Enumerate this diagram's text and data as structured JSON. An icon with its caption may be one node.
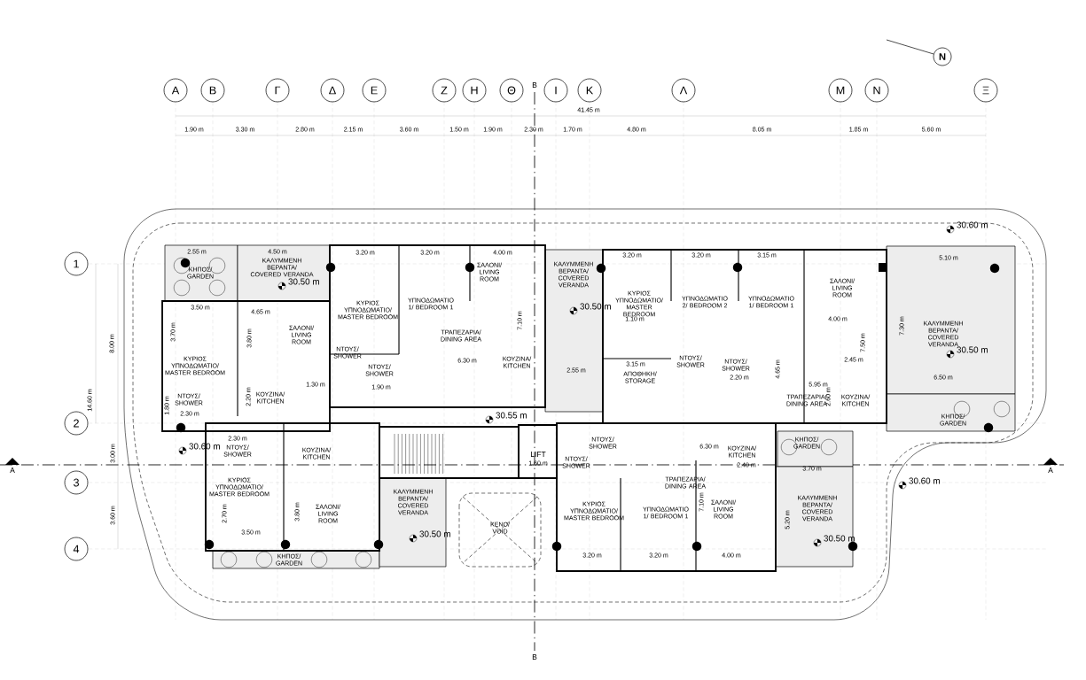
{
  "diagram": {
    "nodes": [
      {
        "text": [
          "Α"
        ]
      },
      {
        "text": [
          "Β"
        ]
      },
      {
        "text": [
          "Γ"
        ]
      },
      {
        "text": [
          "Δ"
        ]
      },
      {
        "text": [
          "Ε"
        ]
      },
      {
        "text": [
          "Ζ"
        ]
      },
      {
        "text": [
          "Η"
        ]
      },
      {
        "text": [
          "Θ"
        ]
      },
      {
        "text": [
          "Ι"
        ]
      },
      {
        "text": [
          "Κ"
        ]
      },
      {
        "text": [
          "Λ"
        ]
      },
      {
        "text": [
          "Μ"
        ]
      },
      {
        "text": [
          "Ν"
        ]
      },
      {
        "text": [
          "Ξ"
        ]
      },
      {
        "text": [
          "1"
        ]
      },
      {
        "text": [
          "2"
        ]
      },
      {
        "text": [
          "3"
        ]
      },
      {
        "text": [
          "4"
        ]
      },
      {
        "text": [
          "N"
        ]
      }
    ],
    "edges": [
      {
        "from": null,
        "to": 18,
        "arrow": "none"
      }
    ],
    "labels": [
      "41.45 m",
      "1.90 m",
      "3.30 m",
      "2.80 m",
      "2.15 m",
      "3.60 m",
      "1.50 m",
      "1.90 m",
      "2.30 m",
      "1.70 m",
      "4.80 m",
      "8.05 m",
      "1.85 m",
      "5.60 m",
      "8.00 m",
      "14.60 m",
      "3.00 m",
      "3.60 m",
      "B",
      "B",
      "A",
      "A",
      "2.55 m",
      "4.50 m",
      "ΚΗΠΟΣ/ GARDEN",
      "ΚΑΛΥΜΜΕΝΗ ΒΕΡΑΝΤΑ/ COVERED VERANDA",
      "30.50 m",
      "3.50 m",
      "4.65 m",
      "3.70 m",
      "3.80 m",
      "ΣΑΛΟΝΙ/ LIVING ROOM",
      "ΚΥΡΙΟΣ ΥΠΝΟΔΩΜΑΤΙΟ/ MASTER BEDROOM",
      "1.30 m",
      "1.80 m",
      "ΝΤΟΥΣ/ SHOWER",
      "2.20 m",
      "ΚΟΥΖΙΝΑ/ KITCHEN",
      "2.30 m",
      "3.20 m",
      "3.20 m",
      "4.00 m",
      "ΣΑΛΟΝΙ/ LIVING ROOM",
      "ΚΥΡΙΟΣ ΥΠΝΟΔΩΜΑΤΙΟ/ MASTER BEDROOM",
      "ΥΠΝΟΔΩΜΑΤΙΟ 1/ BEDROOM 1",
      "7.10 m",
      "ΤΡΑΠΕΖΑΡΙΑ/ DINING AREA",
      "6.30 m",
      "ΚΟΥΖΙΝΑ/ KITCHEN",
      "ΝΤΟΥΣ/ SHOWER",
      "ΝΤΟΥΣ/ SHOWER",
      "1.90 m",
      "30.55 m",
      "ΚΑΛΥΜΜΕΝΗ ΒΕΡΑΝΤΑ/ COVERED VERANDA",
      "30.50 m",
      "2.55 m",
      "3.20 m",
      "3.20 m",
      "3.15 m",
      "ΚΥΡΙΟΣ ΥΠΝΟΔΩΜΑΤΙΟ/ MASTER BEDROOM",
      "1.10 m",
      "ΥΠΝΟΔΩΜΑΤΙΟ 2/ BEDROOM 2",
      "ΥΠΝΟΔΩΜΑΤΙΟ 1/ BEDROOM 1",
      "ΣΑΛΟΝΙ/ LIVING ROOM",
      "4.00 m",
      "30.60 m",
      "5.10 m",
      "ΚΑΛΥΜΜΕΝΗ ΒΕΡΑΝΤΑ/ COVERED VERANDA",
      "30.50 m",
      "6.50 m",
      "7.30 m",
      "3.15 m",
      "ΑΠΟΘΗΚΗ/ STORAGE",
      "ΝΤΟΥΣ/ SHOWER",
      "ΝΤΟΥΣ/ SHOWER",
      "2.20 m",
      "4.65 m",
      "5.95 m",
      "7.50 m",
      "2.45 m",
      "ΤΡΑΠΕΖΑΡΙΑ/ DINING AREA",
      "2.60 m",
      "ΚΟΥΖΙΝΑ/ KITCHEN",
      "ΚΗΠΟΣ/ GARDEN",
      "30.60 m",
      "2.30 m",
      "ΝΤΟΥΣ/ SHOWER",
      "ΚΟΥΖΙΝΑ/ KITCHEN",
      "ΚΥΡΙΟΣ ΥΠΝΟΔΩΜΑΤΙΟ/ MASTER BEDROOM",
      "2.70 m",
      "3.80 m",
      "ΣΑΛΟΝΙ/ LIVING ROOM",
      "3.50 m",
      "ΚΗΠΟΣ/ GARDEN",
      "ΚΑΛΥΜΜΕΝΗ ΒΕΡΑΝΤΑ/ COVERED VERANDA",
      "30.50 m",
      "ΚΕΝΟ/ VOID",
      "LIFT",
      "1.60 m",
      "ΝΤΟΥΣ/ SHOWER",
      "ΝΤΟΥΣ/ SHOWER",
      "6.30 m",
      "ΚΟΥΖΙΝΑ/ KITCHEN",
      "2.40 m",
      "ΚΗΠΟΣ/ GARDEN",
      "3.70 m",
      "ΤΡΑΠΕΖΑΡΙΑ/ DINING AREA",
      "ΚΥΡΙΟΣ ΥΠΝΟΔΩΜΑΤΙΟ/ MASTER BEDROOM",
      "ΥΠΝΟΔΩΜΑΤΙΟ 1/ BEDROOM 1",
      "7.10 m",
      "ΣΑΛΟΝΙ/ LIVING ROOM",
      "5.20 m",
      "ΚΑΛΥΜΜΕΝΗ ΒΕΡΑΝΤΑ/ COVERED VERANDA",
      "30.50 m",
      "30.60 m",
      "3.20 m",
      "3.20 m",
      "4.00 m"
    ]
  }
}
